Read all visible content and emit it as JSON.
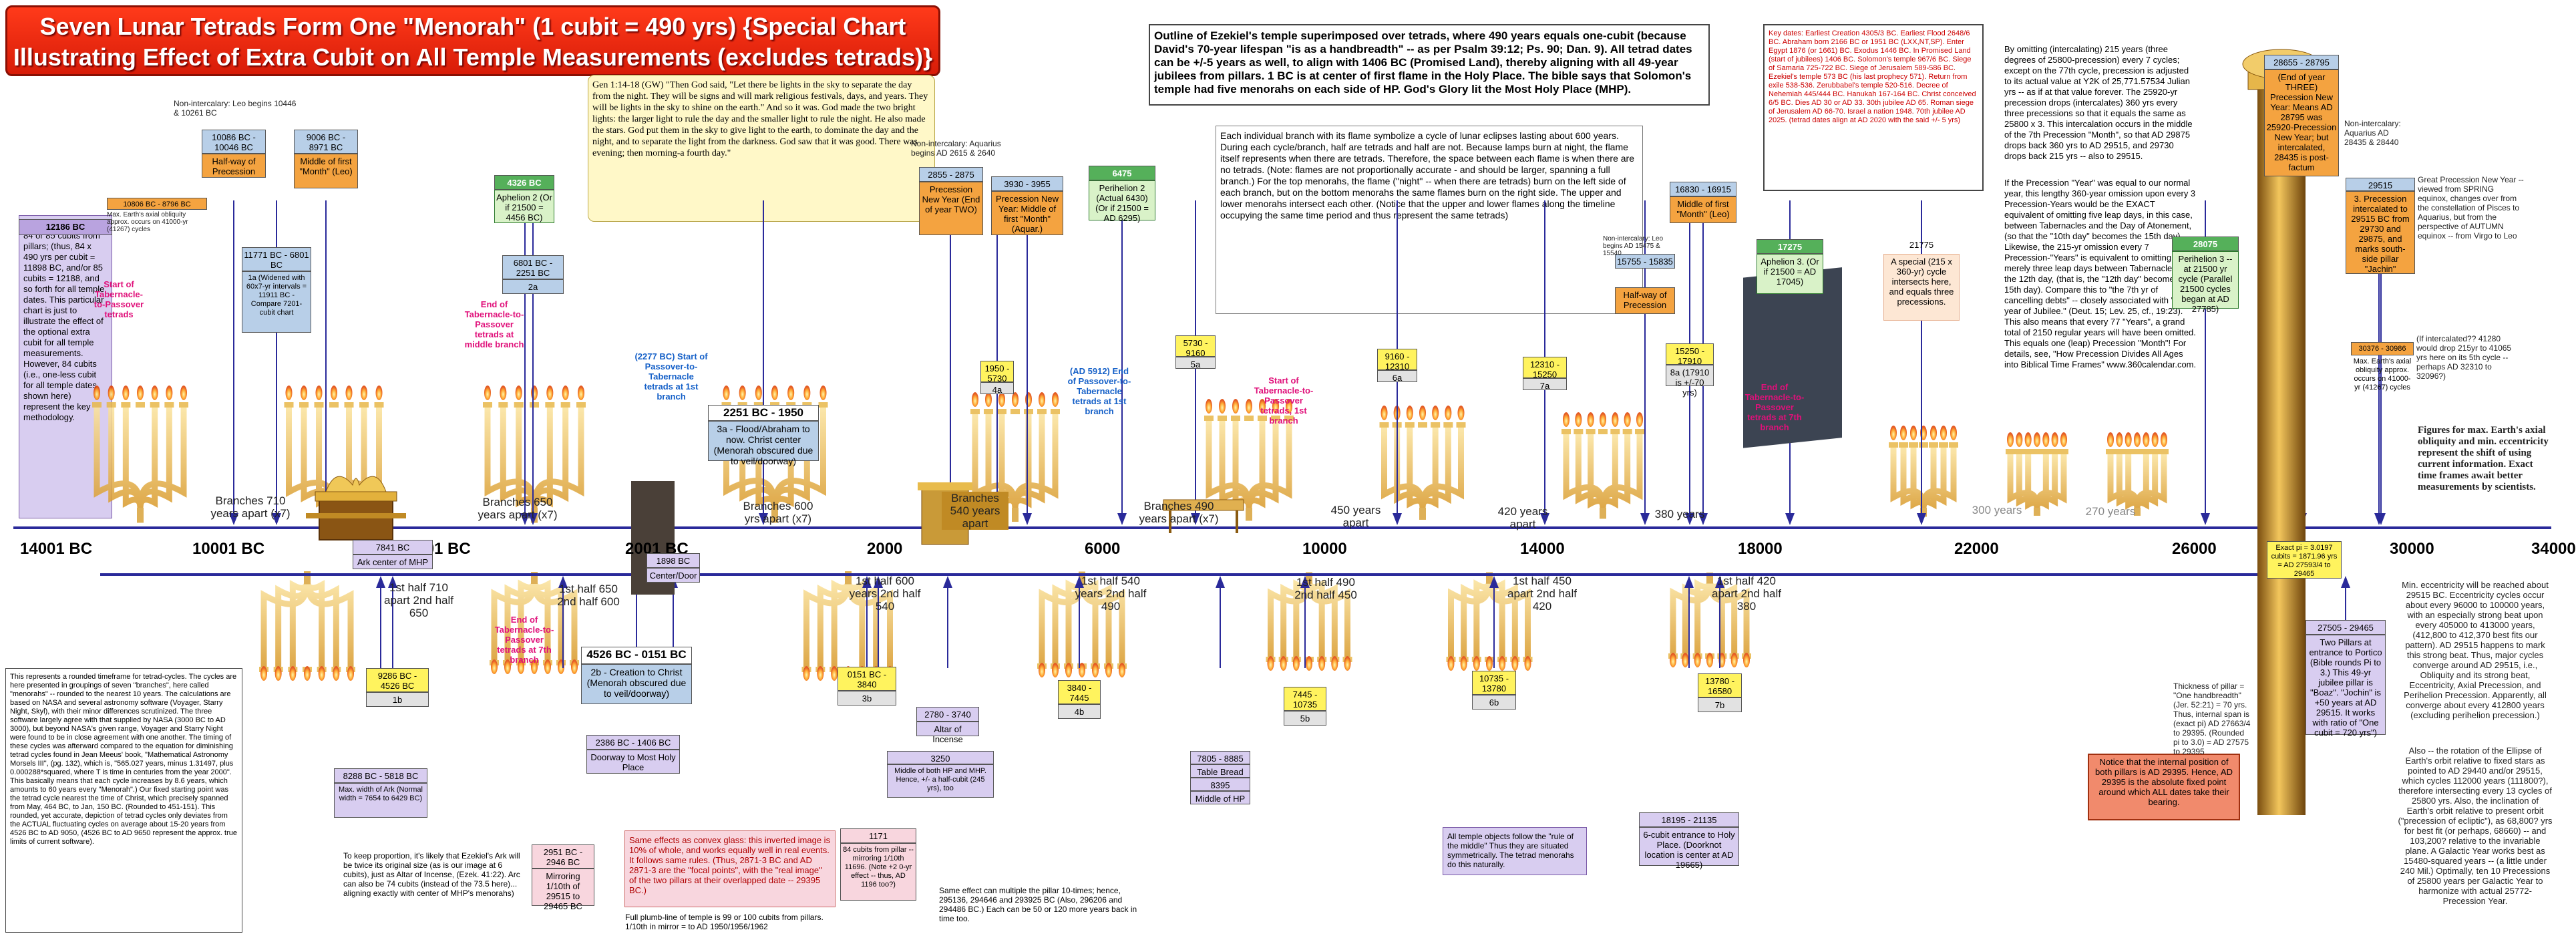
{
  "title": "Seven Lunar Tetrads Form One \"Menorah\" (1 cubit = 490 yrs) {Special Chart Illustrating Effect of Extra Cubit on All Temple Measurements (excludes tetrads)}",
  "scripture": "Gen 1:14-18 (GW) \"Then God said, \"Let there be lights in the sky to separate the day from the night. They will be signs and will mark religious festivals, days, and years. They will be lights in the sky to shine on the earth.\" And so it was. God made the two bright lights: the larger light to rule the day and the smaller light to rule the night. He also made the stars. God put them in the sky to give light to the earth, to dominate the day and the night, and to separate the light from the darkness. God saw that it was good. There was evening; then morning-a fourth day.\"",
  "outline": "Outline of Ezekiel's temple superimposed over tetrads, where 490 years equals one-cubit (because David's 70-year lifespan \"is as a handbreadth\" -- as per Psalm 39:12; Ps. 90; Dan. 9). All tetrad dates can be +/-5 years as well, to align with 1406 BC (Promised Land), thereby aligning with all 49-year jubilees from pillars. 1 BC is at center of first flame in the Holy Place. The bible says that Solomon's temple had five menorahs on each side of HP. God's Glory lit the Most Holy Place (MHP).",
  "keydates": "Key dates: Earliest Creation 4305/3 BC. Earliest Flood 2648/6 BC. Abraham born 2166 BC or 1951 BC (LXX,NT,SP). Enter Egypt 1876 (or 1661) BC. Exodus 1446 BC. In Promised Land (start of jubilees) 1406 BC. Solomon's temple 967/6 BC. Siege of Samaria 725-722 BC. Siege of Jerusalem 589-586 BC. Ezekiel's temple 573 BC (his last prophecy 571). Return from exile 538-536. Zerubbabel's temple 520-516. Decree of Nehemiah 445/444 BC. Hanukah 167-164 BC. Christ conceived 6/5 BC. Dies AD 30 or AD 33. 30th jubilee AD 65. Roman siege of Jerusalem AD 66-70. Israel a nation 1948. 70th jubilee AD 2025. (tetrad dates align at AD 2020 with the said +/- 5 yrs)",
  "cycles": "Each individual branch with its flame symbolize a cycle of lunar eclipses lasting about 600 years. During each cycle/branch, half are tetrads and half are not. Because lamps burn at night, the flame itself represents when there are tetrads. Therefore, the space between each flame is when there are no tetrads. (Note: flames are not proportionally accurate - and should be larger, spanning a full branch.) For the top menorahs, the flame (\"night\" -- when there are tetrads) burn on the left side of each branch, but on the bottom menorahs the same flames burn on the right side. The upper and lower menorahs intersect each other. (Notice that the upper and lower flames along the timeline occupying the same time period and thus represent the same tetrads)",
  "precession": "By omitting (intercalating) 215 years (three degrees of 25800-precession) every 7 cycles; except on the 77th cycle, precession is adjusted to its actual value at Y2K of 25,771.57534 Julian yrs -- as if at that value forever. The 25920-yr precession drops (intercalates) 360 yrs every three precessions so that it equals the same as 25800 x 3. This intercalation occurs in the middle of the 7th Precession \"Month\", so that AD 29875 drops back 360 yrs to AD 29515, and 29730 drops back 215 yrs -- also to 29515.",
  "precession2": "If the Precession \"Year\" was equal to our normal year, this lengthy 360-year omission upon every 3 Precession-Years would be the EXACT equivalent of omitting five leap days, in this case, between Tabernacles and the Day of Atonement, (so that the \"10th day\" becomes the 15th day). Likewise, the 215-yr omission every 7 Precession-\"Years\" is equivalent to omitting merely three leap days between Tabernacles and the 12th day, (that is, the \"12th day\" becomes the 15th day). Compare this to \"the 7th yr of cancelling debts\" -- closely associated with \"the year of Jubilee.\" (Deut. 15; Lev. 25, cf., 19:23). This also means that every 77 \"Years\", a grand total of 2150 regular years will have been omitted. This equals one (leap) Precession \"Month\"! For details, see, \"How Precession Divides All Ages into Biblical Time Frames\" www.360calendar.com.",
  "leftnote": "*Vest interior MHP is 84 or 85 cubits from pillars; (thus, 84 x 490 yrs per cubit = 11898 BC, and/or 85 cubits = 12188, and so forth for all temple dates. This particular chart is just to illustrate the effect of the optional extra cubit for all temple measurements. However, 84 cubits (i.e., one-less cubit for all temple dates shown here) represent the key methodology.",
  "bottomleft": "This represents a rounded timeframe for tetrad-cycles. The cycles are here presented in groupings of seven \"branches\", here called \"menorahs\" -- rounded to the nearest 10 years. The calculations are based on NASA and several astronomy software (Voyager, Starry Night, Skyl), with their minor differences scrutinized. The three software largely agree with that supplied by NASA (3000 BC to AD 3000), but beyond NASA's given range, Voyager and Starry Night were found to be in close agreement with one another. The timing of these cycles was afterward compared to the equation for diminishing tetrad cycles found in Jean Meeus' book, \"Mathematical Astronomy Morsels III\", (pg. 132), which is, \"565.027 years, minus 1.31497, plus 0.000288*squared, where T is time in centuries from the year 2000\". This basically means that each cycle increases by 8.6 years, which amounts to 60 years every \"Menorah\".) Our fixed starting point was the tetrad cycle nearest the time of Christ, which precisely spanned from May, 464 BC, to Jan, 150 BC. (Rounded to 451-151). This rounded, yet accurate, depiction of tetrad cycles only deviates from the ACTUAL fluctuating cycles on average about 15-20 years from 4526 BC to AD 9050, (4526 BC to AD 9650 represent the approx. true limits of current software).",
  "ark_note": "To keep proportion, it's likely that Ezekiel's Ark will be twice its original size (as is our image at 6 cubits), just as Altar of Incense, (Ezek. 41:22). Arc can also be 74 cubits (instead of the 73.5 here)... aligning exactly with center of MHP's menorahs)",
  "convex": "Same effects as convex glass: this inverted image is 10% of whole, and works equally well in real events. It follows same rules. (Thus, 2871-3 BC and AD 2871-3 are the \"focal points\", with the \"real image\" of the two pillars at their overlapped date -- 29395 BC.)",
  "fullplum": "Full plumb-line of temple is 99 or 100 cubits from pillars. 1/10th in mirror = to AD 1950/1956/1962",
  "multiple": "Same effect can multiple the pillar 10-times; hence, 295136, 294646 and 293925 BC (Also, 296206 and 294486 BC.) Each can be 50 or 120 more years back in time too.",
  "alltemple": "All temple objects follow the \"rule of the middle\" Thus they are situated symmetrically. The tetrad menorahs do this naturally.",
  "axis": [
    "14001 BC",
    "10001 BC",
    "6001 BC",
    "2001 BC",
    "2000",
    "6000",
    "10000",
    "14000",
    "18000",
    "22000",
    "26000",
    "30000",
    "34000"
  ],
  "branches_top": [
    {
      "label": "Branches 710 years apart (x7)"
    },
    {
      "label": "Branches 650 years apart (x7)"
    },
    {
      "label": "Branches 600 yrs apart (x7)"
    },
    {
      "label": "Branches 540 years apart"
    },
    {
      "label": "Branches 490 years apart (x7)"
    },
    {
      "label": "450 years apart"
    },
    {
      "label": "420 years apart"
    },
    {
      "label": "380 years"
    },
    {
      "label": "300 years"
    },
    {
      "label": "270 years"
    }
  ],
  "branches_bottom": [
    {
      "label": "1st half 710 apart 2nd half 650"
    },
    {
      "label": "1st half 650 2nd half 600"
    },
    {
      "label": "1st half 600 years 2nd half 540"
    },
    {
      "label": "1st half 540 years 2nd half 490"
    },
    {
      "label": "1st half 490 2nd half 450"
    },
    {
      "label": "1st half 450 apart 2nd half 420"
    },
    {
      "label": "1st half 420 apart 2nd half 380"
    }
  ],
  "top_tags": [
    {
      "text": "10086 BC - 10046 BC"
    },
    {
      "text": "Half-way of Precession"
    },
    {
      "text": "9006 BC - 8971 BC"
    },
    {
      "text": "Middle of first \"Month\" (Leo)"
    },
    {
      "text": "10806 BC - 8796 BC"
    },
    {
      "text": "11771 BC - 6801 BC"
    },
    {
      "text": "1a (Widened with 60x7-yr intervals = 11911 BC - Compare 7201-cubit chart"
    },
    {
      "text": "4326 BC"
    },
    {
      "text": "Aphelion 2 (Or if 21500 = 4456 BC)"
    },
    {
      "text": "6801 BC - 2251 BC"
    },
    {
      "text": "2a"
    },
    {
      "text": "2251 BC - 1950"
    },
    {
      "text": "3a - Flood/Abraham to now. Christ center (Menorah obscured due to veil/doorway)"
    },
    {
      "text": "2855 - 2875"
    },
    {
      "text": "Precession New Year (End of year TWO)"
    },
    {
      "text": "3930 - 3955"
    },
    {
      "text": "Precession New Year: Middle of first \"Month\" (Aquar.)"
    },
    {
      "text": "6475"
    },
    {
      "text": "Perihelion 2 (Actual 6430) (Or if 21500 = AD 6295)"
    },
    {
      "text": "1950 - 5730"
    },
    {
      "text": "4a"
    },
    {
      "text": "5730 - 9160"
    },
    {
      "text": "5a"
    },
    {
      "text": "9160 - 12310"
    },
    {
      "text": "6a"
    },
    {
      "text": "12310 - 15250"
    },
    {
      "text": "7a"
    },
    {
      "text": "15250 - 17910"
    },
    {
      "text": "8a (17910 is +/-70 yrs)"
    },
    {
      "text": "16830 - 16915"
    },
    {
      "text": "Middle of first \"Month\" (Leo)"
    },
    {
      "text": "15755 - 15835"
    },
    {
      "text": "Half-way of Precession"
    },
    {
      "text": "17275"
    },
    {
      "text": "Aphelion 3. (Or if 21500 = AD 17045)"
    },
    {
      "text": "21775"
    },
    {
      "text": "A special (215 x 360-yr) cycle intersects here, and equals three precessions."
    },
    {
      "text": "28655 - 28795"
    },
    {
      "text": "(End of year THREE) Precession New Year: Means AD 28795 was 25920-Precession New Year; but intercalated, 28435 is post-factum"
    },
    {
      "text": "28075"
    },
    {
      "text": "Perihelion 3 -- at 21500 yr cycle (Parallel 21500 cycles began at AD 27785)"
    },
    {
      "text": "29515"
    },
    {
      "text": "3. Precession intercalated to 29515 BC from 29730 and 29875, and marks south-side pillar \"Jachin\""
    },
    {
      "text": "30376 - 30986"
    },
    {
      "text": "Max. Earth's axial obliquity approx. occurs on 41000-yr (41267) cycles"
    }
  ],
  "bottom_tags": [
    {
      "text": "7841 BC"
    },
    {
      "text": "Ark center of MHP"
    },
    {
      "text": "1898 BC"
    },
    {
      "text": "Center/Door"
    },
    {
      "text": "9286 BC - 4526 BC"
    },
    {
      "text": "1b"
    },
    {
      "text": "4526 BC - 0151 BC"
    },
    {
      "text": "2b - Creation to Christ (Menorah obscured due to veil/doorway)"
    },
    {
      "text": "0151 BC - 3840"
    },
    {
      "text": "3b"
    },
    {
      "text": "2780 - 3740"
    },
    {
      "text": "Altar of Incense"
    },
    {
      "text": "3840 - 7445"
    },
    {
      "text": "4b"
    },
    {
      "text": "7445 - 10735"
    },
    {
      "text": "5b"
    },
    {
      "text": "10735 - 13780"
    },
    {
      "text": "6b"
    },
    {
      "text": "13780 - 16580"
    },
    {
      "text": "7b"
    },
    {
      "text": "2386 BC - 1406 BC"
    },
    {
      "text": "Doorway to Most Holy Place"
    },
    {
      "text": "8288 BC - 5818 BC"
    },
    {
      "text": "Max. width of Ark (Normal width = 7654 to 6429 BC)"
    },
    {
      "text": "3250"
    },
    {
      "text": "Middle of both HP and MHP. Hence, +/- a half-cubit (245 yrs), too"
    },
    {
      "text": "7805 - 8885"
    },
    {
      "text": "Table Bread"
    },
    {
      "text": "8395"
    },
    {
      "text": "Middle of HP"
    },
    {
      "text": "2951 BC - 2946 BC"
    },
    {
      "text": "Mirroring 1/10th of 29515 to 29465 BC"
    },
    {
      "text": "1171"
    },
    {
      "text": "84 cubits from pillar -- mirroring 1/10th 11696. (Note +2 0-yr effect -- thus, AD 1196 too?)"
    },
    {
      "text": "18195 - 21135"
    },
    {
      "text": "6-cubit entrance to Holy Place. (Doorknot location is center at AD 19665)"
    },
    {
      "text": "27505 - 29465"
    },
    {
      "text": "Two Pillars at entrance to Portico (Bible rounds Pi to 3.) This 49-yr jubilee pillar is \"Boaz\". \"Jochin\" is +50 years at AD 29515. It works with ratio of \"One cubit = 720 yrs\")"
    },
    {
      "text": "Notice that the internal position of both pillars is AD 29395. Hence, AD 29395 is the absolute fixed point around which ALL dates take their bearing."
    },
    {
      "text": "Exact pi = 3.0197 cubits = 1871.96 yrs = AD 27593/4 to 29465"
    }
  ],
  "side_labels": [
    {
      "text": "Non-intercalary: Leo begins 10446 & 10261 BC"
    },
    {
      "text": "Max. Earth's axial obliquity approx. occurs on 41000-yr (41267) cycles"
    },
    {
      "text": "Non-intercalary: Aquarius begins AD 2615 & 2640"
    },
    {
      "text": "Non-intercalary: Leo begins AD 15475 & 15540"
    },
    {
      "text": "Non-intercalary: Aquarius AD 28435 & 28440"
    },
    {
      "text": "Great Precession New Year -- viewed from SPRING equinox, changes over from the constellation of Pisces to Aquarius, but from the perspective of AUTUMN equinox -- from Virgo to Leo"
    },
    {
      "text": "(If intercalated?? 41280 would drop 215yr to 41065 yrs here on its 5th cycle -- perhaps AD 32310 to 32096?)"
    },
    {
      "text": "Figures for max. Earth's axial obliquity and min. eccentricity represent the shift of using current information. Exact time frames await better measurements by scientists."
    },
    {
      "text": "Min. eccentricity will be reached about 29515 BC. Eccentricity cycles occur about every 96000 to 100000 years, with an especially strong beat upon every 405000 to 413000 years, (412,800 to 412,370 best fits our pattern). AD 29515 happens to mark this strong beat. Thus, major cycles converge around AD 29515, i.e., Obliquity and its strong beat, Eccentricity, Axial Precession, and Perihelion Precession. Apparently, all converge about every 412800 years (excluding perihelion precession.)"
    },
    {
      "text": "Also -- the rotation of the Ellipse of Earth's orbit relative to fixed stars as pointed to AD 29440 and/or 29515, which cycles 112000 years (111800?), therefore intersecting every 13 cycles of 25800 yrs. Also, the inclination of Earth's orbit relative to present orbit (\"precession of ecliptic\"), as 68,800? yrs for best fit (or perhaps, 68660) -- and 103,200? relative to the invariable plane. A Galactic Year works best as 15480-squared years -- (a little under 240 Mil.) Optimally, ten 10 Precessions of 25800 years per Galactic Year to harmonize with actual 25772-Precession Year."
    },
    {
      "text": "Thickness of pillar = \"One handbreadth\" (Jer. 52:21) = 70 yrs. Thus, internal span is (exact pi) AD 27663/4 to 29395. (Rounded pi to 3.0) = AD 27575 to 29395"
    }
  ],
  "tetrad_labels": [
    {
      "text": "Start of Tabernacle-to-Passover tetrads"
    },
    {
      "text": "End of Tabernacle-to-Passover tetrads at middle branch"
    },
    {
      "text": "(2277 BC) Start of Passover-to-Tabernacle tetrads at 1st branch"
    },
    {
      "text": "(AD 5912) End of Passover-to-Tabernacle tetrads at 1st branch"
    },
    {
      "text": "Start of Tabernacle-to-Passover tetrads, 1st branch"
    },
    {
      "text": "End of Tabernacle-to-Passover tetrads at 7th branch"
    },
    {
      "text": "End of Tabernacle-to-Passover tetrads at 7th branch"
    }
  ],
  "colors": {
    "title_bg": "#e02a10",
    "axis_line": "#2a2a9a",
    "menorah_gold": "#e7b84a",
    "flame": "#ff8a00",
    "pillar": "#c8902a"
  }
}
